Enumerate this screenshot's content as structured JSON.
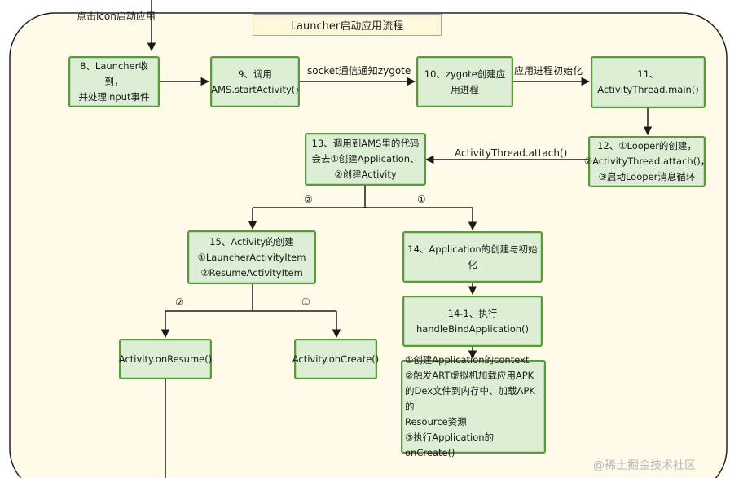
{
  "title": "Launcher启动应用流程",
  "trigger_label": "点击icon启动应用",
  "nodes": {
    "n8": "8、Launcher收到，\n并处理input事件",
    "n9": "9、调用\nAMS.startActivity()",
    "n10": "10、zygote创建应\n用进程",
    "n11": "11、ActivityThread.main()",
    "n12": "12、①Looper的创建，\n②ActivityThread.attach()，\n③启动Looper消息循环",
    "n13": "13、调用到AMS里的代码\n会去①创建Application、\n②创建Activity",
    "n14": "14、Application的创建与初始化",
    "n14_1": "14-1、执行\nhandleBindApplication()",
    "n15": "15、Activity的创建\n①LauncherActivityItem\n②ResumeActivityItem",
    "on_resume": "Activity.onResume()",
    "on_create": "Activity.onCreate()",
    "app_detail": "①创建Application的context\n②触发ART虚拟机加载应用APK\n的Dex文件到内存中、加载APK的\nResource资源\n③执行Application的onCreate()"
  },
  "edge_labels": {
    "socket": "socket通信通知zygote",
    "app_process_init": "应用进程初始化",
    "attach": "ActivityThread.attach()",
    "branch2_a": "②",
    "branch1_a": "①",
    "branch2_b": "②",
    "branch1_b": "①"
  },
  "watermark": "@稀土掘金技术社区",
  "colors": {
    "node_fill": "#dcefd4",
    "node_border": "#5b9a3c",
    "frame_fill": "#fffbe8",
    "frame_border": "#222222",
    "arrow": "#1a1a1a"
  }
}
